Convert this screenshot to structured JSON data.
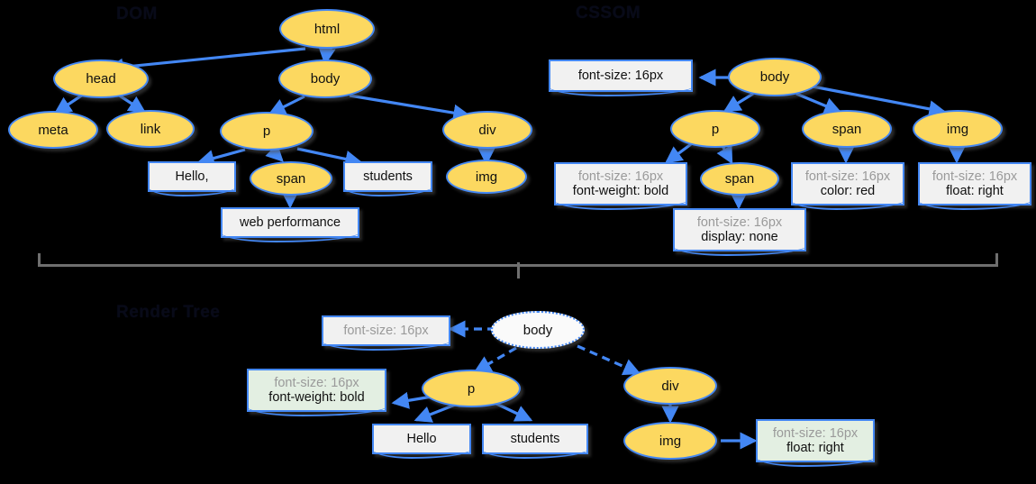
{
  "panels": {
    "dom": {
      "title": "DOM",
      "nodes": [
        {
          "label": "html"
        },
        {
          "label": "head"
        },
        {
          "label": "body"
        },
        {
          "label": "meta"
        },
        {
          "label": "link"
        },
        {
          "label": "p"
        },
        {
          "label": "div"
        },
        {
          "label": "span"
        },
        {
          "label": "img"
        }
      ],
      "text_boxes": [
        {
          "label": "Hello,"
        },
        {
          "label": "students"
        },
        {
          "label": "web performance"
        }
      ]
    },
    "cssom": {
      "title": "CSSOM",
      "nodes": [
        {
          "label": "body"
        },
        {
          "label": "p"
        },
        {
          "label": "span"
        },
        {
          "label": "img"
        },
        {
          "label": "span"
        }
      ],
      "rules": [
        {
          "inherited": "",
          "own": "font-size: 16px"
        },
        {
          "inherited": "font-size: 16px",
          "own": "font-weight: bold"
        },
        {
          "inherited": "font-size: 16px",
          "own": "color: red"
        },
        {
          "inherited": "font-size: 16px",
          "own": "float: right"
        },
        {
          "inherited": "font-size: 16px",
          "own": "display: none"
        }
      ]
    },
    "render": {
      "title": "Render Tree",
      "nodes": [
        {
          "label": "body"
        },
        {
          "label": "p"
        },
        {
          "label": "div"
        },
        {
          "label": "img"
        }
      ],
      "text_boxes": [
        {
          "label": "Hello"
        },
        {
          "label": "students"
        }
      ],
      "rules": [
        {
          "inherited": "font-size: 16px",
          "own": ""
        },
        {
          "inherited": "font-size: 16px",
          "own": "font-weight: bold"
        },
        {
          "inherited": "font-size: 16px",
          "own": "float: right"
        }
      ]
    }
  },
  "colors": {
    "node_fill": "#FCD860",
    "edge": "#4387F4",
    "box_fill": "#F1F1F1",
    "box_green": "#E3EFE2",
    "inherited_text": "#9a9a9a",
    "background": "#000000"
  }
}
